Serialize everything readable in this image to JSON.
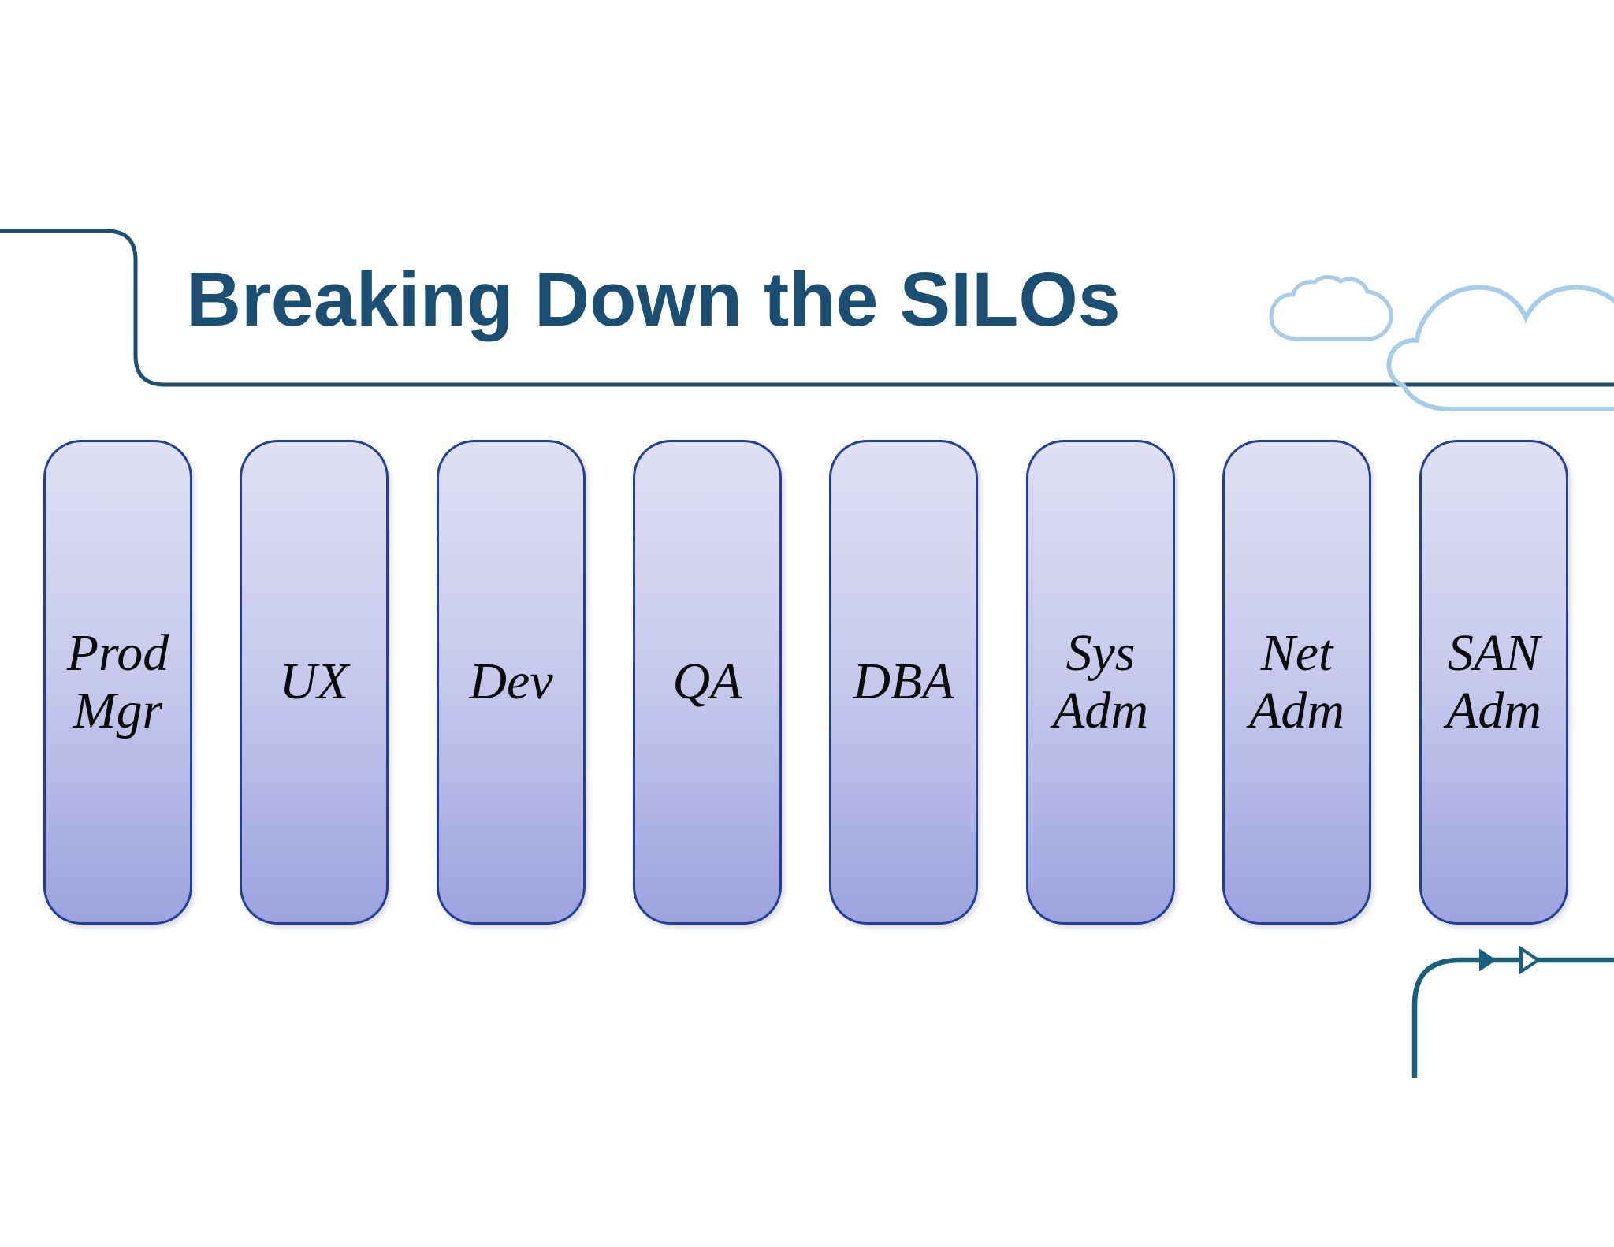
{
  "slide": {
    "title": "Breaking Down the SILOs"
  },
  "silos": [
    {
      "label": "Prod Mgr"
    },
    {
      "label": "UX"
    },
    {
      "label": "Dev"
    },
    {
      "label": "QA"
    },
    {
      "label": "DBA"
    },
    {
      "label": "Sys Adm"
    },
    {
      "label": "Net Adm"
    },
    {
      "label": "SAN Adm"
    }
  ],
  "decorations": {
    "header_border_icon": "corner-frame-line",
    "small_cloud_icon": "cloud-outline-small",
    "large_cloud_icon": "cloud-outline-large",
    "connector_icon": "flow-line-right-arrows",
    "arrowheads": [
      "filled-right-triangle",
      "open-right-triangle"
    ]
  },
  "colors": {
    "accent_teal": "#1a4e72",
    "connector_teal": "#19607e",
    "silo_border": "#223e99",
    "silo_gradient_top": "#dfe0f3",
    "silo_gradient_mid": "#c4c7eb",
    "silo_gradient_bottom": "#9ca3de",
    "cloud_outline": "#a6ccea",
    "label_text": "#0b0b0c",
    "slide_bg": "#ffffff"
  }
}
